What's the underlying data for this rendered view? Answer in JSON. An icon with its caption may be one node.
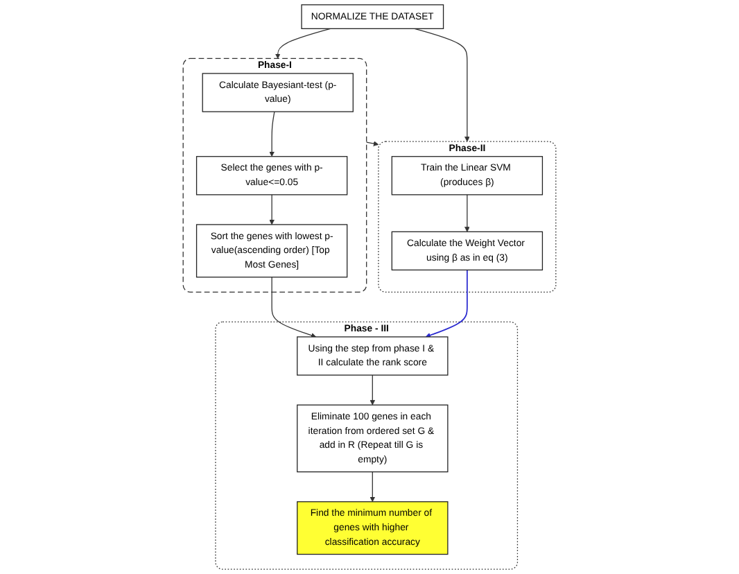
{
  "diagram": {
    "nodes": [
      {
        "text": [
          "NORMALIZE THE DATASET"
        ]
      },
      {
        "text": [
          "Phase-I"
        ]
      },
      {
        "text": [
          "Calculate Bayesiant-test (p-value)"
        ],
        "in": 1
      },
      {
        "text": [
          "Select the genes with p-value<=0.05"
        ],
        "in": 1
      },
      {
        "text": [
          "Sort the genes with lowest p-value(ascending order) [Top Most Genes]"
        ],
        "in": 1
      },
      {
        "text": [
          "Phase-II"
        ]
      },
      {
        "text": [
          "Train the Linear SVM (produces β)"
        ],
        "in": 5
      },
      {
        "text": [
          "Calculate the Weight Vector using β as in eq (3)"
        ],
        "in": 5
      },
      {
        "text": [
          "Phase - III"
        ]
      },
      {
        "text": [
          "Using the step from phase I & II calculate the rank score"
        ],
        "in": 8
      },
      {
        "text": [
          "Eliminate 100 genes in each iteration from ordered set G & add in R (Repeat till G is empty)"
        ],
        "in": 8
      },
      {
        "text": [
          "Find the minimum number of genes with higher classification accuracy"
        ],
        "in": 8
      }
    ],
    "edges": [
      {
        "from": 0,
        "to": 1,
        "arrow": "to"
      },
      {
        "from": 0,
        "to": 5,
        "arrow": "to"
      },
      {
        "from": 2,
        "to": 3,
        "arrow": "to"
      },
      {
        "from": 3,
        "to": 4,
        "arrow": "to"
      },
      {
        "from": 1,
        "to": 5,
        "arrow": "to"
      },
      {
        "from": 4,
        "to": 9,
        "arrow": "to"
      },
      {
        "from": 6,
        "to": 7,
        "arrow": "to"
      },
      {
        "from": 7,
        "to": 9,
        "arrow": "to",
        "color": "#2a2ad0"
      },
      {
        "from": 9,
        "to": 10,
        "arrow": "to"
      },
      {
        "from": 10,
        "to": 11,
        "arrow": "to"
      }
    ]
  }
}
